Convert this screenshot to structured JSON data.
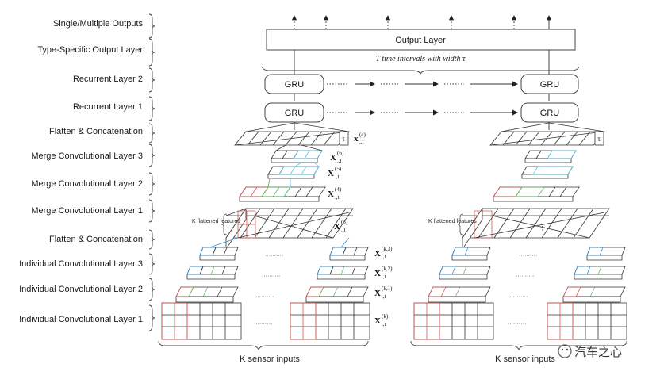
{
  "layer_labels": [
    "Single/Multiple Outputs",
    "Type-Specific Output Layer",
    "Recurrent Layer 2",
    "Recurrent Layer 1",
    "Flatten & Concatenation",
    "Merge Convolutional Layer 3",
    "Merge Convolutional Layer 2",
    "Merge Convolutional Layer 1",
    "Flatten & Concatenation",
    "Individual Convolutional Layer 3",
    "Individual Convolutional Layer 2",
    "Individual Convolutional Layer 1"
  ],
  "output_layer": "Output Layer",
  "time_intervals": "T time intervals with width τ",
  "gru": "GRU",
  "tau": "τ",
  "flattened_features": "K flattened features",
  "sensor_inputs": "K sensor inputs",
  "watermark": "汽车之心",
  "math": {
    "xc": "x",
    "xc_sup": "(c)",
    "xc_sub": ".,t",
    "x6": "X",
    "x6_sup": "(6)",
    "x6_sub": ".,t",
    "x5": "X",
    "x5_sup": "(5)",
    "x5_sub": ".,t",
    "x4": "X",
    "x4_sup": "(4)",
    "x4_sub": ".,t",
    "x3": "X",
    "x3_sup": "(3)",
    "x3_sub": ".,t",
    "xk3": "X",
    "xk3_sup": "(k,3)",
    "xk3_sub": ".,t",
    "xk2": "X",
    "xk2_sup": "(k,2)",
    "xk2_sub": ".,t",
    "xk1": "X",
    "xk1_sup": "(k,1)",
    "xk1_sub": ".,t",
    "xk": "X",
    "xk_sup": "(k)",
    "xk_sub": ".,t"
  },
  "colors": {
    "red": "#d9534f",
    "green": "#5cb85c",
    "blue": "#3a8ed0",
    "cyan": "#5bc0de",
    "line": "#333333"
  }
}
